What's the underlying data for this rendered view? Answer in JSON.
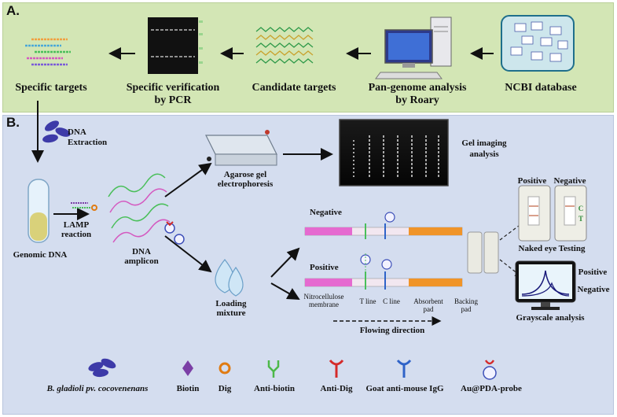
{
  "panel_a": {
    "label": "A.",
    "steps": {
      "ncbi": "NCBI database",
      "pangenome_line1": "Pan-genome analysis",
      "pangenome_line2": "by Roary",
      "candidate": "Candidate targets",
      "verification_line1": "Specific verification",
      "verification_line2": "by PCR",
      "specific": "Specific targets"
    }
  },
  "panel_b": {
    "label": "B.",
    "dna_extraction_line1": "DNA",
    "dna_extraction_line2": "Extraction",
    "genomic_dna": "Genomic DNA",
    "lamp_line1": "LAMP",
    "lamp_line2": "reaction",
    "amplicon_line1": "DNA",
    "amplicon_line2": "amplicon",
    "agarose_line1": "Agarose gel",
    "agarose_line2": "electrophoresis",
    "gel_line1": "Gel imaging",
    "gel_line2": "analysis",
    "loading_line1": "Loading",
    "loading_line2": "mixture",
    "negative": "Negative",
    "positive": "Positive",
    "strip_labels": {
      "nitro_line1": "Nitrocellulose",
      "nitro_line2": "membrane",
      "t_line": "T line",
      "c_line": "C line",
      "absorbent_line1": "Absorbent",
      "absorbent_line2": "pad",
      "backing_line1": "Backing",
      "backing_line2": "pad"
    },
    "flowing_direction": "Flowing direction",
    "result_positive": "Positive",
    "result_negative": "Negative",
    "cassette_c": "C",
    "cassette_t": "T",
    "naked_eye": "Naked eye Testing",
    "grayscale_positive": "Positive",
    "grayscale_negative": "Negative",
    "grayscale": "Grayscale analysis"
  },
  "legend": [
    {
      "label": "B. gladioli pv. cocovenenans",
      "icon": "bacteria-icon"
    },
    {
      "label": "Biotin",
      "icon": "diamond-icon"
    },
    {
      "label": "Dig",
      "icon": "ring-icon"
    },
    {
      "label": "Anti-biotin",
      "icon": "antibody-green-icon"
    },
    {
      "label": "Anti-Dig",
      "icon": "antibody-red-icon"
    },
    {
      "label": "Goat anti-mouse IgG",
      "icon": "antibody-blue-icon"
    },
    {
      "label": "Au@PDA-probe",
      "icon": "probe-icon"
    }
  ],
  "colors": {
    "panel_a_bg": "#d3e6b5",
    "panel_b_bg": "#d4ddef",
    "bacteria": "#3d3aa8",
    "biotin": "#7b3fa6",
    "dig": "#e07b12",
    "anti_biotin": "#4cb848",
    "anti_dig": "#d42a2a",
    "goat_igg": "#2f63c8",
    "strip_pink": "#e56ad0",
    "strip_orange": "#f09428"
  }
}
